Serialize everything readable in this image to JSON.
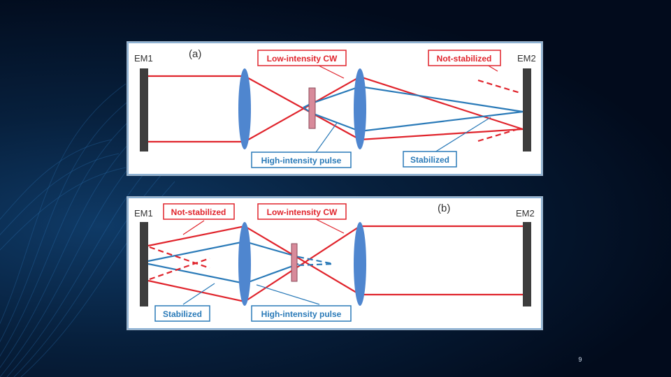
{
  "slide": {
    "page_number": "9"
  },
  "colors": {
    "red": "#e0242c",
    "blue": "#2a7ab8",
    "lens": "#4f86cf",
    "mirror": "#3d3d3d",
    "crystal": "#d88a9a"
  },
  "panel_a": {
    "label": "(a)",
    "mirror_left": "EM1",
    "mirror_right": "EM2",
    "low_intensity_cw": "Low-intensity CW",
    "not_stabilized": "Not-stabilized",
    "high_intensity_pulse": "High-intensity pulse",
    "stabilized": "Stabilized"
  },
  "panel_b": {
    "label": "(b)",
    "mirror_left": "EM1",
    "mirror_right": "EM2",
    "not_stabilized": "Not-stabilized",
    "low_intensity_cw": "Low-intensity CW",
    "stabilized": "Stabilized",
    "high_intensity_pulse": "High-intensity pulse"
  }
}
